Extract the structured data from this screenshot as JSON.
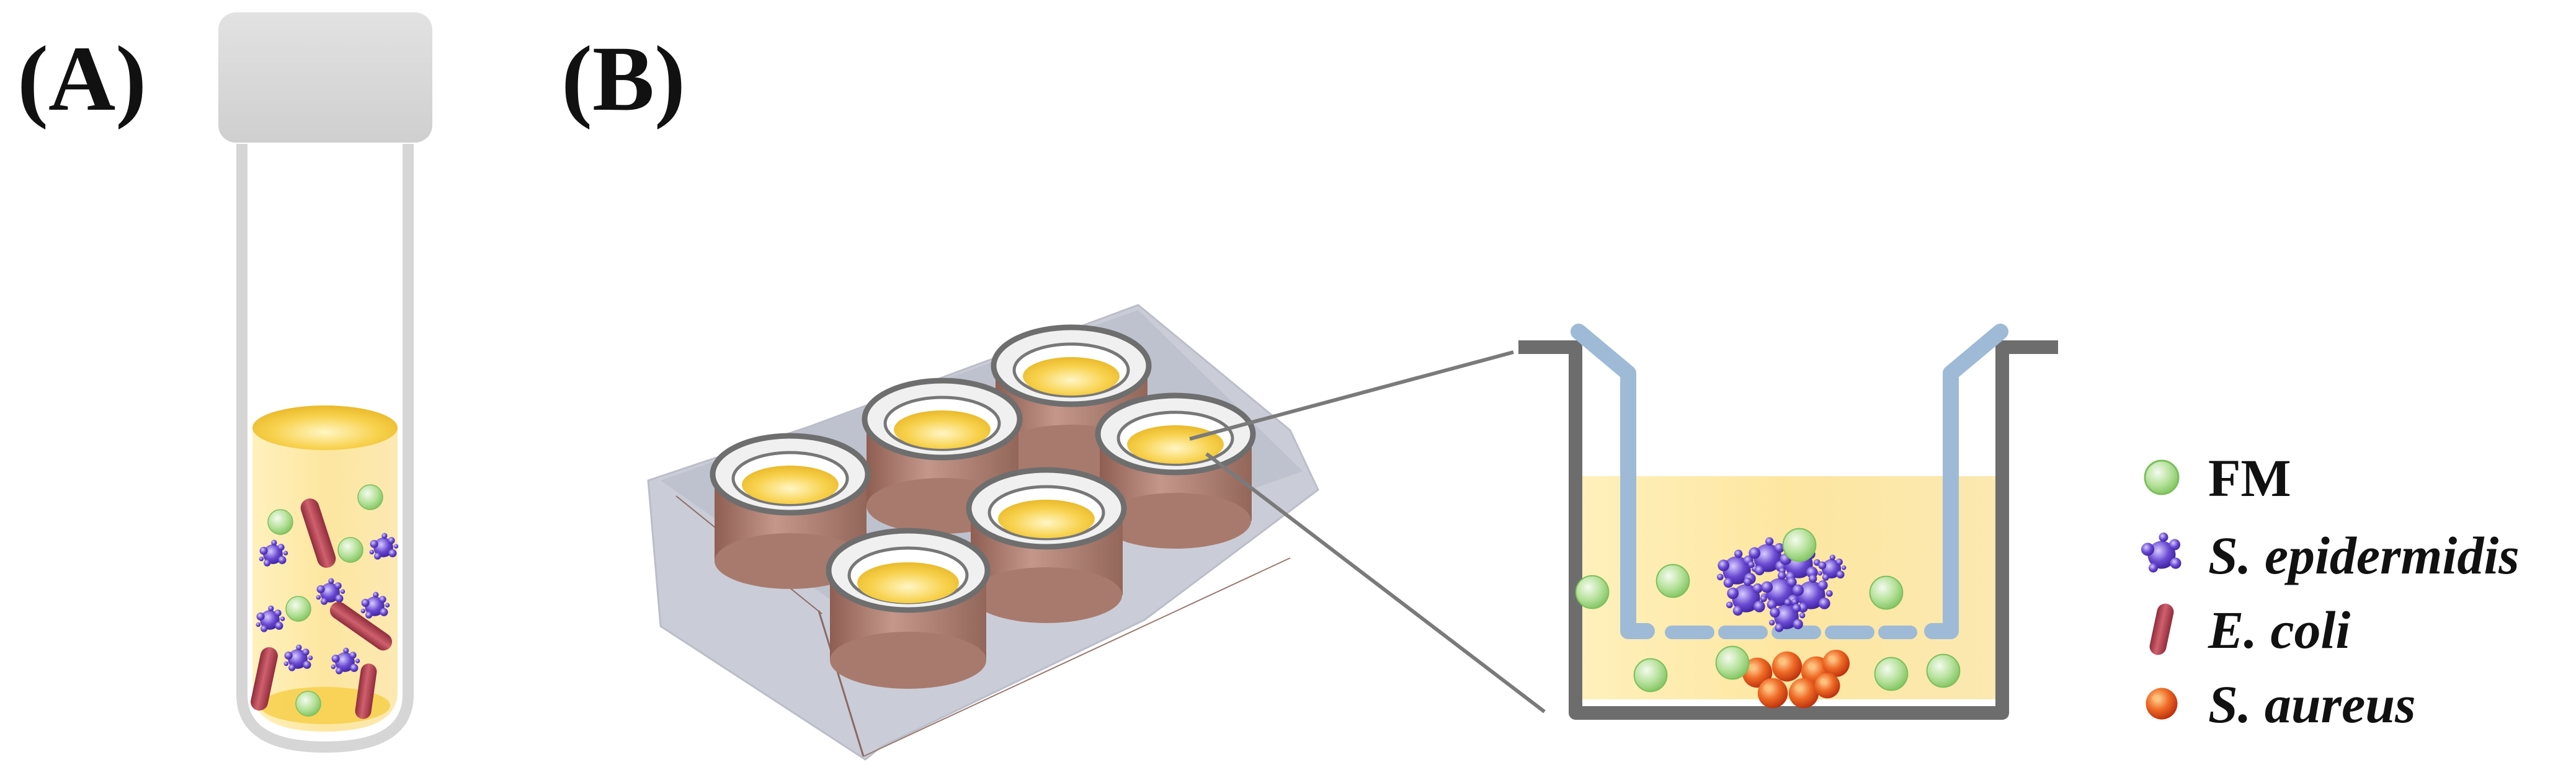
{
  "panels": {
    "a_label": "(A)",
    "b_label": "(B)"
  },
  "legend": [
    {
      "label": "FM",
      "italic": false,
      "icon": "green-sphere-icon"
    },
    {
      "label": "S. epidermidis",
      "italic": true,
      "icon": "purple-coccus-icon"
    },
    {
      "label": "E. coli",
      "italic": true,
      "icon": "red-rod-icon"
    },
    {
      "label": "S. aureus",
      "italic": true,
      "icon": "orange-coccus-icon"
    }
  ],
  "colors": {
    "medium_yellow": "#fbe08a",
    "fm_green": "#a9dc8c",
    "s_epidermidis": "#5b3cc4",
    "e_coli": "#b2414f",
    "s_aureus": "#e0541c",
    "plate_grey": "#b9bdca",
    "well_brown": "#b98a7c",
    "insert_blue": "#9fbad6",
    "container_grey": "#6d6d6d"
  }
}
